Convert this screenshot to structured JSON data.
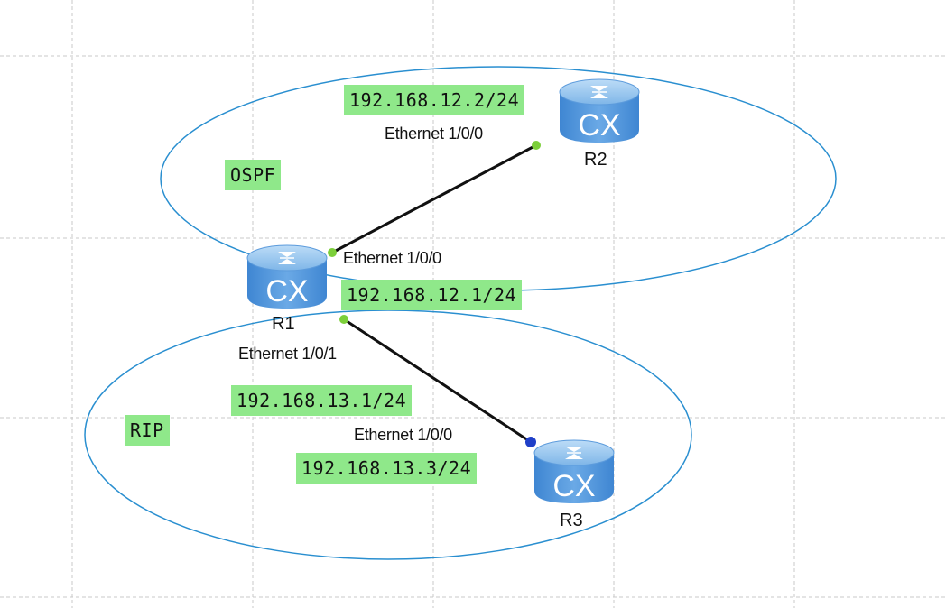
{
  "colors": {
    "grid": "#c8c8c8",
    "area_outline": "#2a8fd0",
    "link": "#111111",
    "port_green": "#7ccf3a",
    "port_blue": "#1f3fc8",
    "label_bg": "#8fe88a",
    "router_body": "#4a90d9"
  },
  "areas": {
    "ospf": {
      "label": "OSPF"
    },
    "rip": {
      "label": "RIP"
    }
  },
  "routers": {
    "r1": {
      "name": "R1",
      "icon": "router-icon",
      "icon_text": "CX"
    },
    "r2": {
      "name": "R2",
      "icon": "router-icon",
      "icon_text": "CX"
    },
    "r3": {
      "name": "R3",
      "icon": "router-icon",
      "icon_text": "CX"
    }
  },
  "interfaces": {
    "r2_e100": {
      "name": "Ethernet 1/0/0",
      "ip": "192.168.12.2/24"
    },
    "r1_e100": {
      "name": "Ethernet 1/0/0",
      "ip": "192.168.12.1/24"
    },
    "r1_e101": {
      "name": "Ethernet 1/0/1",
      "ip": "192.168.13.1/24"
    },
    "r3_e100": {
      "name": "Ethernet 1/0/0",
      "ip": "192.168.13.3/24"
    }
  }
}
